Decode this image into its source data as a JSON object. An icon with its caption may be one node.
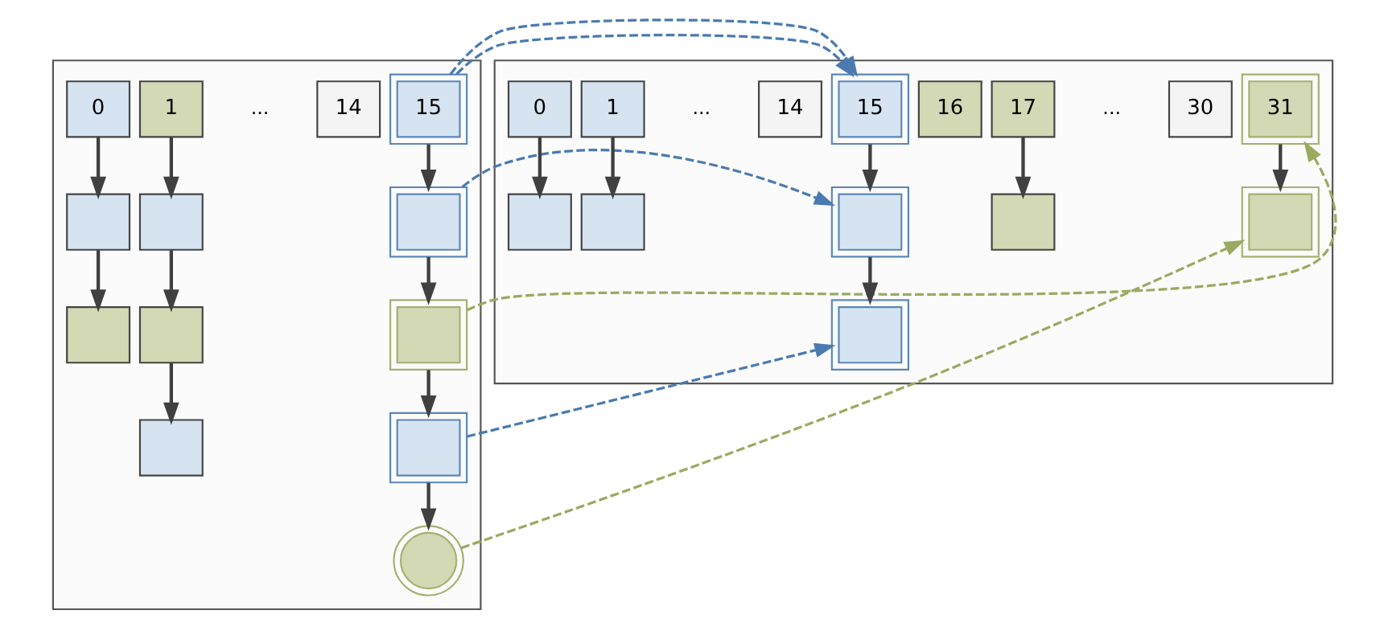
{
  "diagram": {
    "nodes": [
      {
        "text": [],
        "shape": "box"
      },
      {
        "text": [],
        "shape": "box"
      },
      {
        "text": [
          "0"
        ],
        "in": 0
      },
      {
        "text": [
          "1"
        ],
        "in": 0
      },
      {
        "text": [
          "14"
        ],
        "in": 0
      },
      {
        "text": [
          "15"
        ],
        "in": 0
      },
      {
        "text": [],
        "shape": "box",
        "in": 0
      },
      {
        "text": [],
        "shape": "box",
        "in": 0
      },
      {
        "text": [],
        "shape": "box",
        "in": 0
      },
      {
        "text": [],
        "shape": "box",
        "in": 0
      },
      {
        "text": [],
        "shape": "box",
        "in": 0
      },
      {
        "text": [],
        "shape": "box",
        "in": 0
      },
      {
        "text": [],
        "shape": "box",
        "in": 0
      },
      {
        "text": [],
        "shape": "box",
        "in": 0
      },
      {
        "text": [],
        "shape": "circle",
        "in": 0
      },
      {
        "text": [
          "0"
        ],
        "in": 1
      },
      {
        "text": [
          "1"
        ],
        "in": 1
      },
      {
        "text": [
          "14"
        ],
        "in": 1
      },
      {
        "text": [
          "15"
        ],
        "in": 1
      },
      {
        "text": [
          "16"
        ],
        "in": 1
      },
      {
        "text": [
          "17"
        ],
        "in": 1
      },
      {
        "text": [
          "30"
        ],
        "in": 1
      },
      {
        "text": [
          "31"
        ],
        "in": 1
      },
      {
        "text": [],
        "shape": "box",
        "in": 1
      },
      {
        "text": [],
        "shape": "box",
        "in": 1
      },
      {
        "text": [],
        "shape": "box",
        "in": 1
      },
      {
        "text": [],
        "shape": "box",
        "in": 1
      },
      {
        "text": [],
        "shape": "box",
        "in": 1
      },
      {
        "text": [],
        "shape": "box",
        "in": 1
      }
    ],
    "edges": [
      {
        "from": 2,
        "to": 6,
        "arrow": "to"
      },
      {
        "from": 3,
        "to": 7,
        "arrow": "to"
      },
      {
        "from": 6,
        "to": 8,
        "arrow": "to"
      },
      {
        "from": 7,
        "to": 9,
        "arrow": "to"
      },
      {
        "from": 9,
        "to": 10,
        "arrow": "to"
      },
      {
        "from": 5,
        "to": 11,
        "arrow": "to"
      },
      {
        "from": 11,
        "to": 12,
        "arrow": "to"
      },
      {
        "from": 12,
        "to": 13,
        "arrow": "to"
      },
      {
        "from": 13,
        "to": 14,
        "arrow": "to"
      },
      {
        "from": 15,
        "to": 23,
        "arrow": "to"
      },
      {
        "from": 16,
        "to": 24,
        "arrow": "to"
      },
      {
        "from": 18,
        "to": 25,
        "arrow": "to"
      },
      {
        "from": 25,
        "to": 28,
        "arrow": "to"
      },
      {
        "from": 20,
        "to": 26,
        "arrow": "to"
      },
      {
        "from": 22,
        "to": 27,
        "arrow": "to"
      },
      {
        "from": 5,
        "to": 18,
        "arrow": "to",
        "style": "dashed",
        "color": "#4a7ab0"
      },
      {
        "from": 11,
        "to": 25,
        "arrow": "to",
        "style": "dashed",
        "color": "#4a7ab0"
      },
      {
        "from": 12,
        "to": 22,
        "arrow": "to",
        "style": "dashed",
        "color": "#9aaa60"
      },
      {
        "from": 13,
        "to": 28,
        "arrow": "to",
        "style": "dashed",
        "color": "#4a7ab0"
      },
      {
        "from": 14,
        "to": 27,
        "arrow": "to",
        "style": "dashed",
        "color": "#9aaa60"
      }
    ],
    "labels": [
      "...",
      "...",
      "..."
    ]
  }
}
